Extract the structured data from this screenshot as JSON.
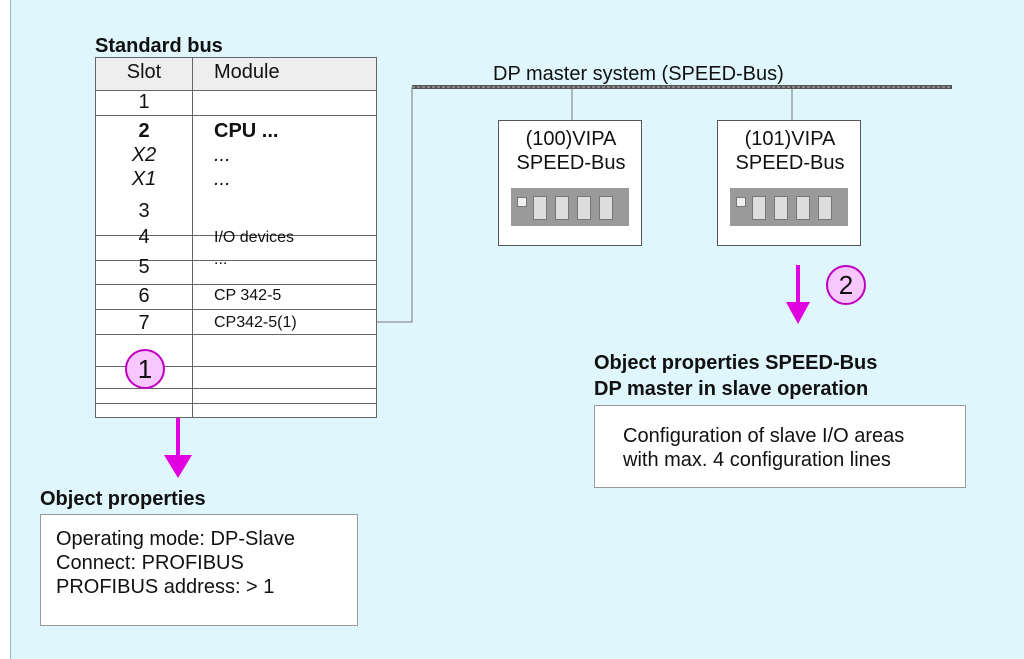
{
  "standard_bus": {
    "title": "Standard bus",
    "headers": {
      "slot": "Slot",
      "module": "Module"
    },
    "rows": [
      {
        "slot": "1",
        "module": ""
      },
      {
        "slot": "2",
        "module": "CPU ..."
      },
      {
        "slot": "X2",
        "module": "..."
      },
      {
        "slot": "X1",
        "module": "..."
      },
      {
        "slot": "3",
        "module": ""
      },
      {
        "slot": "4",
        "module": "I/O devices"
      },
      {
        "slot": "5",
        "module": "..."
      },
      {
        "slot": "6",
        "module": "CP 342-5"
      },
      {
        "slot": "7",
        "module": "CP342-5(1)"
      }
    ]
  },
  "dp_master": {
    "label": "DP master system (SPEED-Bus)",
    "stations": [
      {
        "line1": "(100)VIPA",
        "line2": "SPEED-Bus"
      },
      {
        "line1": "(101)VIPA",
        "line2": "SPEED-Bus"
      }
    ]
  },
  "steps": {
    "one": "1",
    "two": "2"
  },
  "object_properties": {
    "title": "Object properties",
    "lines": [
      "Operating mode: DP-Slave",
      "Connect: PROFIBUS",
      "PROFIBUS address: > 1"
    ]
  },
  "speed_bus_properties": {
    "title_line1": "Object properties SPEED-Bus",
    "title_line2": "DP master in slave operation",
    "lines": [
      "Configuration of slave I/O areas",
      "with max. 4 configuration lines"
    ]
  },
  "colors": {
    "background": "#dff6fd",
    "accent_arrow": "#e000e0",
    "badge_fill": "#f8c7ff"
  }
}
